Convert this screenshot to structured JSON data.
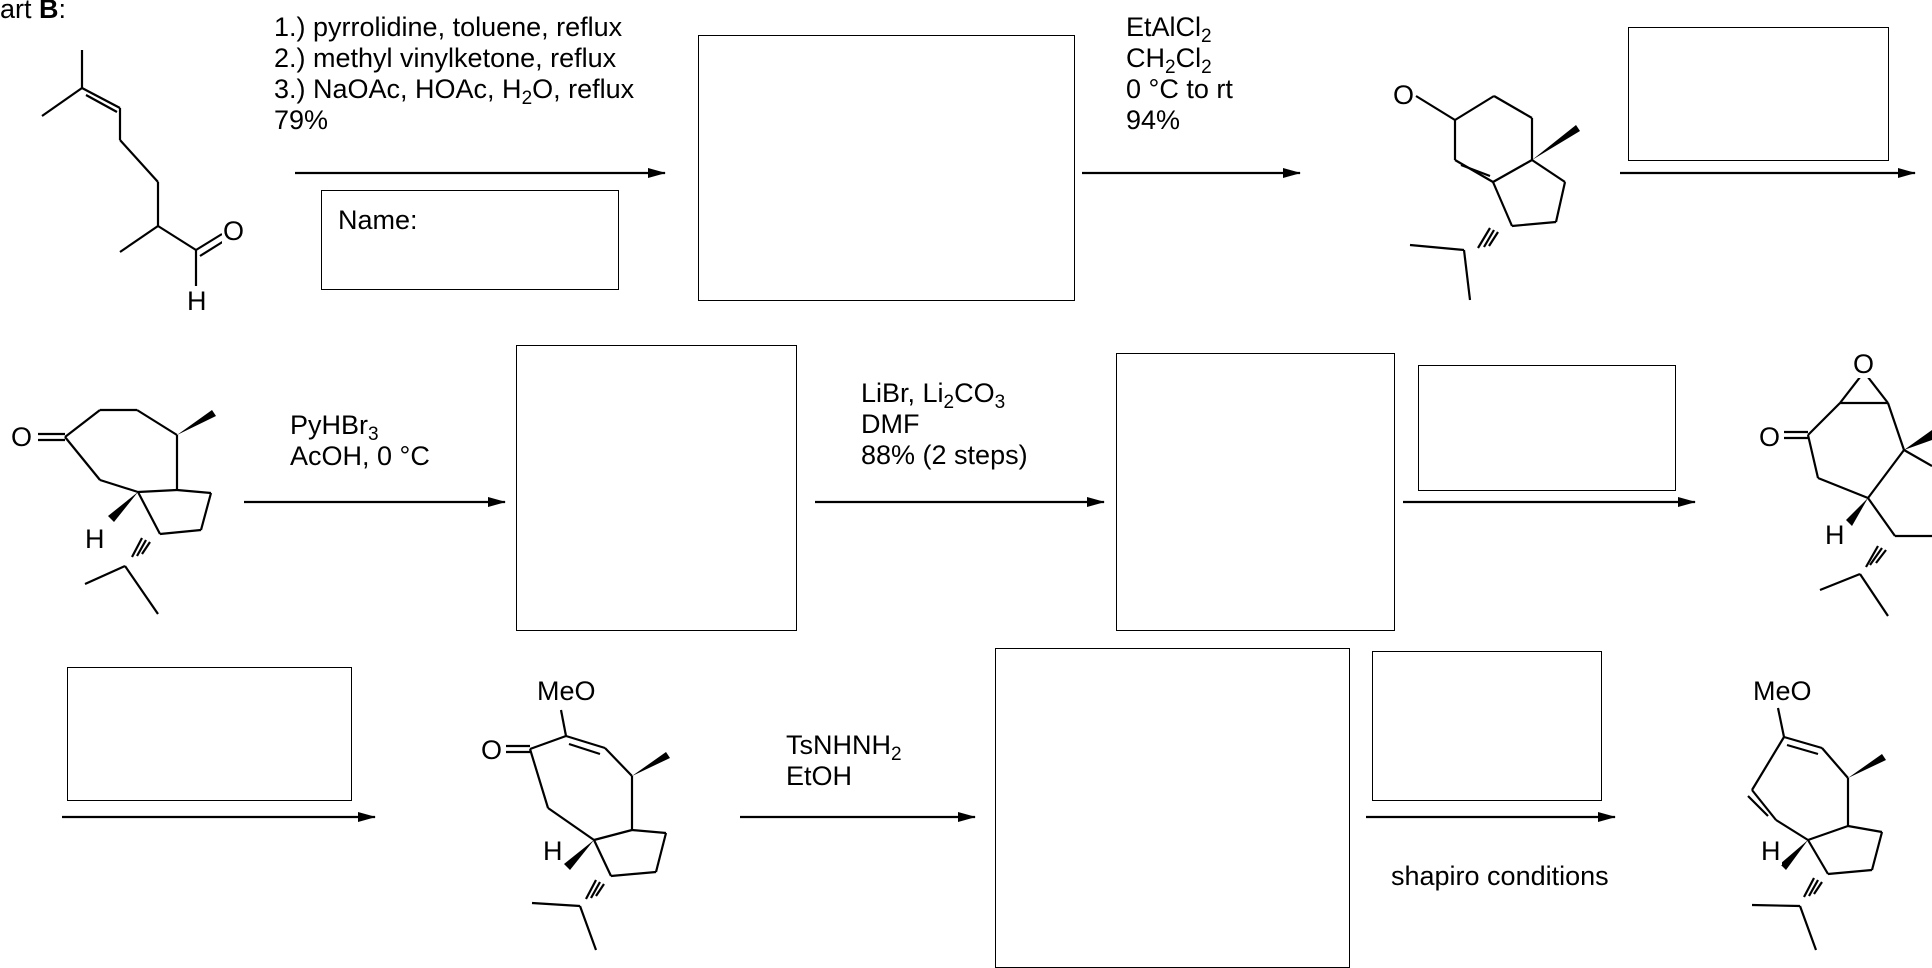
{
  "heading": {
    "prefix": "art ",
    "bold": "B",
    "suffix": ":"
  },
  "step1": {
    "line1": "1.) pyrrolidine, toluene, reflux",
    "line2": "2.) methyl vinylketone, reflux",
    "line3_a": "3.) NaOAc, HOAc, H",
    "line3_sub": "2",
    "line3_b": "O, reflux",
    "yield": "79%",
    "name_label": "Name:"
  },
  "step2": {
    "line1_a": "EtAlCl",
    "line1_sub": "2",
    "line2_a": "CH",
    "line2_sub1": "2",
    "line2_b": "Cl",
    "line2_sub2": "2",
    "line3": "0 °C to rt",
    "yield": "94%"
  },
  "step4": {
    "line1_a": "PyHBr",
    "line1_sub": "3",
    "line2": "AcOH, 0 °C"
  },
  "step5": {
    "line1_a": "LiBr, Li",
    "line1_sub1": "2",
    "line1_b": "CO",
    "line1_sub2": "3",
    "line2": "DMF",
    "line3": "88% (2 steps)"
  },
  "step8": {
    "line1_a": "TsNHNH",
    "line1_sub": "2",
    "line2": "EtOH"
  },
  "step9": {
    "label": "shapiro conditions"
  },
  "atoms": {
    "O": "O",
    "H": "H",
    "MeO": "MeO"
  }
}
